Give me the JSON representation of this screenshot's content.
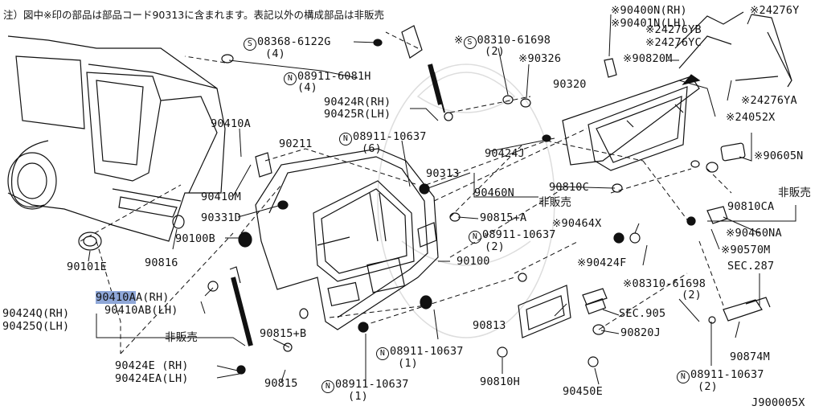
{
  "note": "注）図中※印の部品は部品コード90313に含まれます。表記以外の構成部品は非販売",
  "diagram_id": "J900005X",
  "parts": {
    "p90400N": "※90400N(RH)",
    "p90401N": "※90401N(LH)",
    "p24276Y": "※24276Y",
    "p24276YB": "※24276YB",
    "p24276YC": "※24276YC",
    "p08368_6122G": "08368-6122G",
    "p08368_6122G_qty": "(4)",
    "p08310_61698a": "08310-61698",
    "p08310_61698a_qty": "(2)",
    "p90326": "※90326",
    "p90820M": "※90820M",
    "p08911_6081H": "08911-6081H",
    "p08911_6081H_qty": "(4)",
    "p90320": "90320",
    "p24276YA": "※24276YA",
    "p90424R": "90424R(RH)",
    "p90425R": "90425R(LH)",
    "p24052X": "※24052X",
    "p90410A": "90410A",
    "p08911_10637a": "08911-10637",
    "p08911_10637a_qty": "(6)",
    "p90211": "90211",
    "p90424J": "90424J",
    "p90605N": "※90605N",
    "p90313": "90313",
    "p90410M": "90410M",
    "p90810C": "90810C",
    "p90460N": "90460N",
    "p90331D": "90331D",
    "p90815A": "90815+A",
    "p90810CA": "90810CA",
    "p90464X": "※90464X",
    "p90460NA": "※90460NA",
    "p08911_10637b": "08911-10637",
    "p08911_10637b_qty": "(2)",
    "p90100B": "90100B",
    "p90570M": "※90570M",
    "p90101E": "90101E",
    "p90816": "90816",
    "p90100": "90100",
    "p90424F": "※90424F",
    "p287": "SEC.287",
    "p90410AA_hl": "90410A",
    "p90410AA_rest": "A(RH)",
    "p90410AB": "90410AB(LH)",
    "p08310_61698b": "※08310-61698",
    "p08310_61698b_qty": "(2)",
    "p90424Q": "90424Q(RH)",
    "p90425Q": "90425Q(LH)",
    "p905": "SEC.905",
    "p90813": "90813",
    "p90815B": "90815+B",
    "p90820J": "90820J",
    "p08911_10637c": "08911-10637",
    "p08911_10637c_qty": "(1)",
    "p90874M": "90874M",
    "p90424E": "90424E (RH)",
    "p90424EA": "90424EA(LH)",
    "p08911_10637d": "08911-10637",
    "p08911_10637d_qty": "(2)",
    "p90815": "90815",
    "p08911_10637e": "08911-10637",
    "p08911_10637e_qty": "(1)",
    "p90810H": "90810H",
    "p90450E": "90450E",
    "hanbai1": "非販売",
    "hanbai2": "非販売",
    "hanbai3": "非販売"
  },
  "symbols": {
    "screw": "S",
    "nut": "N"
  },
  "colors": {
    "highlight": "#8fa7d8",
    "ink": "#111111"
  }
}
